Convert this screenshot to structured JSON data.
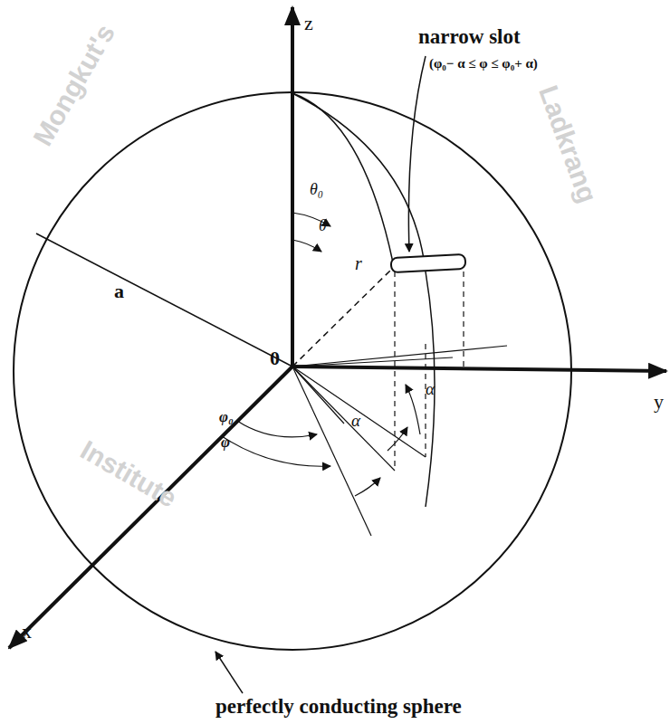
{
  "diagram": {
    "labels": [
      "z",
      "y",
      "x",
      "0",
      "a",
      "θ₀",
      "θ",
      "r",
      "φ₀",
      "φ",
      "α",
      "α",
      "narrow slot",
      "(φ₀− α ≤ φ ≤ φ₀+ α)",
      "perfectly conducting sphere",
      "Mongkut's",
      "Institute",
      "Ladkrang"
    ]
  }
}
